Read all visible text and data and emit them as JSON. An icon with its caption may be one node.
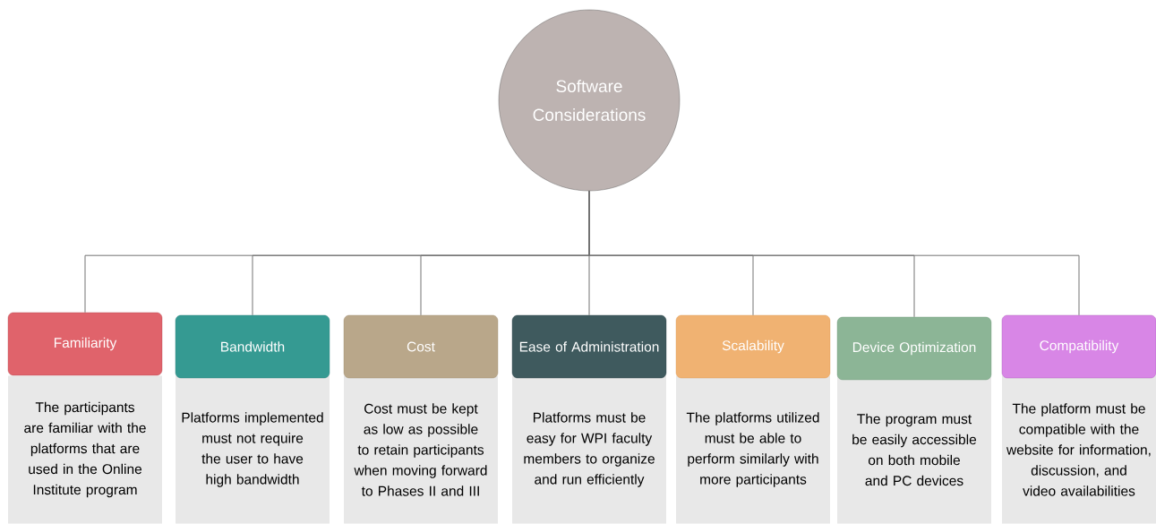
{
  "diagram": {
    "nodes": [
      {
        "text": [
          "Software Considerations"
        ]
      },
      {
        "text": [
          "Familiarity"
        ]
      },
      {
        "text": [
          "The participants are familiar with the platforms that are used in the Online Institute program"
        ]
      },
      {
        "text": [
          "Bandwidth"
        ]
      },
      {
        "text": [
          "Platforms implemented must not require the user to have high bandwidth"
        ]
      },
      {
        "text": [
          "Cost"
        ]
      },
      {
        "text": [
          "Cost must be kept as low as possible to retain participants when moving forward to Phases II and III"
        ]
      },
      {
        "text": [
          "Ease of Administration"
        ]
      },
      {
        "text": [
          "Platforms must be easy for WPI faculty members to organize and run efficiently"
        ]
      },
      {
        "text": [
          "Scalability"
        ]
      },
      {
        "text": [
          "The platforms utilized must be able to perform similarly with more participants"
        ]
      },
      {
        "text": [
          "Device Optimization"
        ]
      },
      {
        "text": [
          "The program must be easily accessible on both mobile and PC devices"
        ]
      },
      {
        "text": [
          "Compatibility"
        ]
      },
      {
        "text": [
          "The platform must be compatible with the website for information, discussion, and video availabilities"
        ]
      }
    ],
    "edges": [
      {
        "from": 0,
        "to": 1,
        "arrow": "none"
      },
      {
        "from": 0,
        "to": 3,
        "arrow": "none"
      },
      {
        "from": 0,
        "to": 5,
        "arrow": "none"
      },
      {
        "from": 0,
        "to": 7,
        "arrow": "none"
      },
      {
        "from": 0,
        "to": 9,
        "arrow": "none"
      },
      {
        "from": 0,
        "to": 11,
        "arrow": "none"
      },
      {
        "from": 0,
        "to": 13,
        "arrow": "none"
      }
    ]
  }
}
